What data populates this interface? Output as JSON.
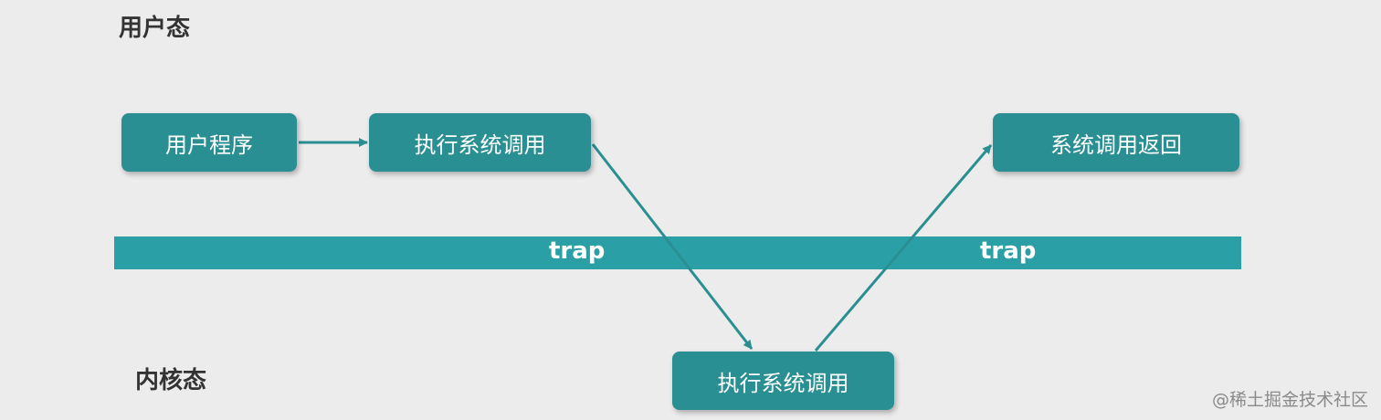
{
  "zones": {
    "user_mode": "用户态",
    "kernel_mode": "内核态"
  },
  "nodes": {
    "user_program": "用户程序",
    "execute_syscall_user": "执行系统调用",
    "syscall_return": "系统调用返回",
    "execute_syscall_kernel": "执行系统调用"
  },
  "band": {
    "trap_label_1": "trap",
    "trap_label_2": "trap"
  },
  "edges": [
    {
      "from": "user_program",
      "to": "execute_syscall_user"
    },
    {
      "from": "execute_syscall_user",
      "to": "execute_syscall_kernel"
    },
    {
      "from": "execute_syscall_kernel",
      "to": "syscall_return"
    }
  ],
  "colors": {
    "node_fill": "#2a8f92",
    "band_fill": "#2aa0a6",
    "arrow": "#2a8f92",
    "background": "#ececec"
  },
  "watermark": "@稀土掘金技术社区"
}
